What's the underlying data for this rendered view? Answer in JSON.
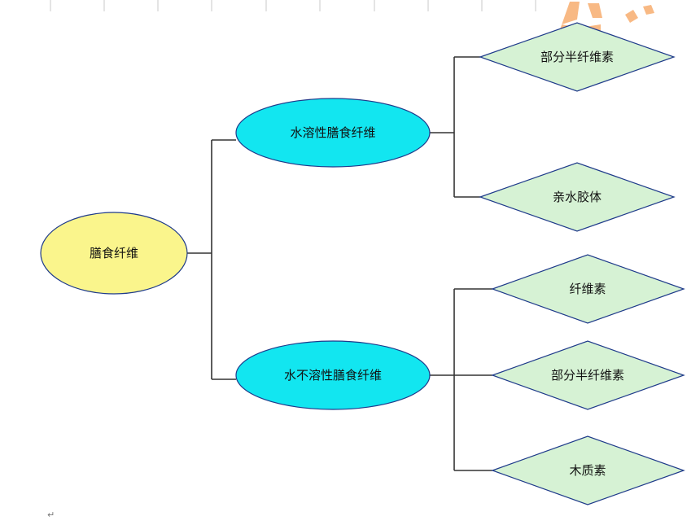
{
  "colors": {
    "root_fill": "#faf58c",
    "category_fill": "#12e6f0",
    "leaf_fill": "#d6f2d4",
    "outline": "#1e3a8a",
    "line": "#333333",
    "watermark": "#f6a25c"
  },
  "diagram": {
    "root": {
      "label": "膳食纤维"
    },
    "categories": [
      {
        "label": "水溶性膳食纤维",
        "children": [
          {
            "label": "部分半纤维素"
          },
          {
            "label": "亲水胶体"
          }
        ]
      },
      {
        "label": "水不溶性膳食纤维",
        "children": [
          {
            "label": "纤维素"
          },
          {
            "label": "部分半纤维素"
          },
          {
            "label": "木质素"
          }
        ]
      }
    ]
  },
  "para_mark": "↵"
}
